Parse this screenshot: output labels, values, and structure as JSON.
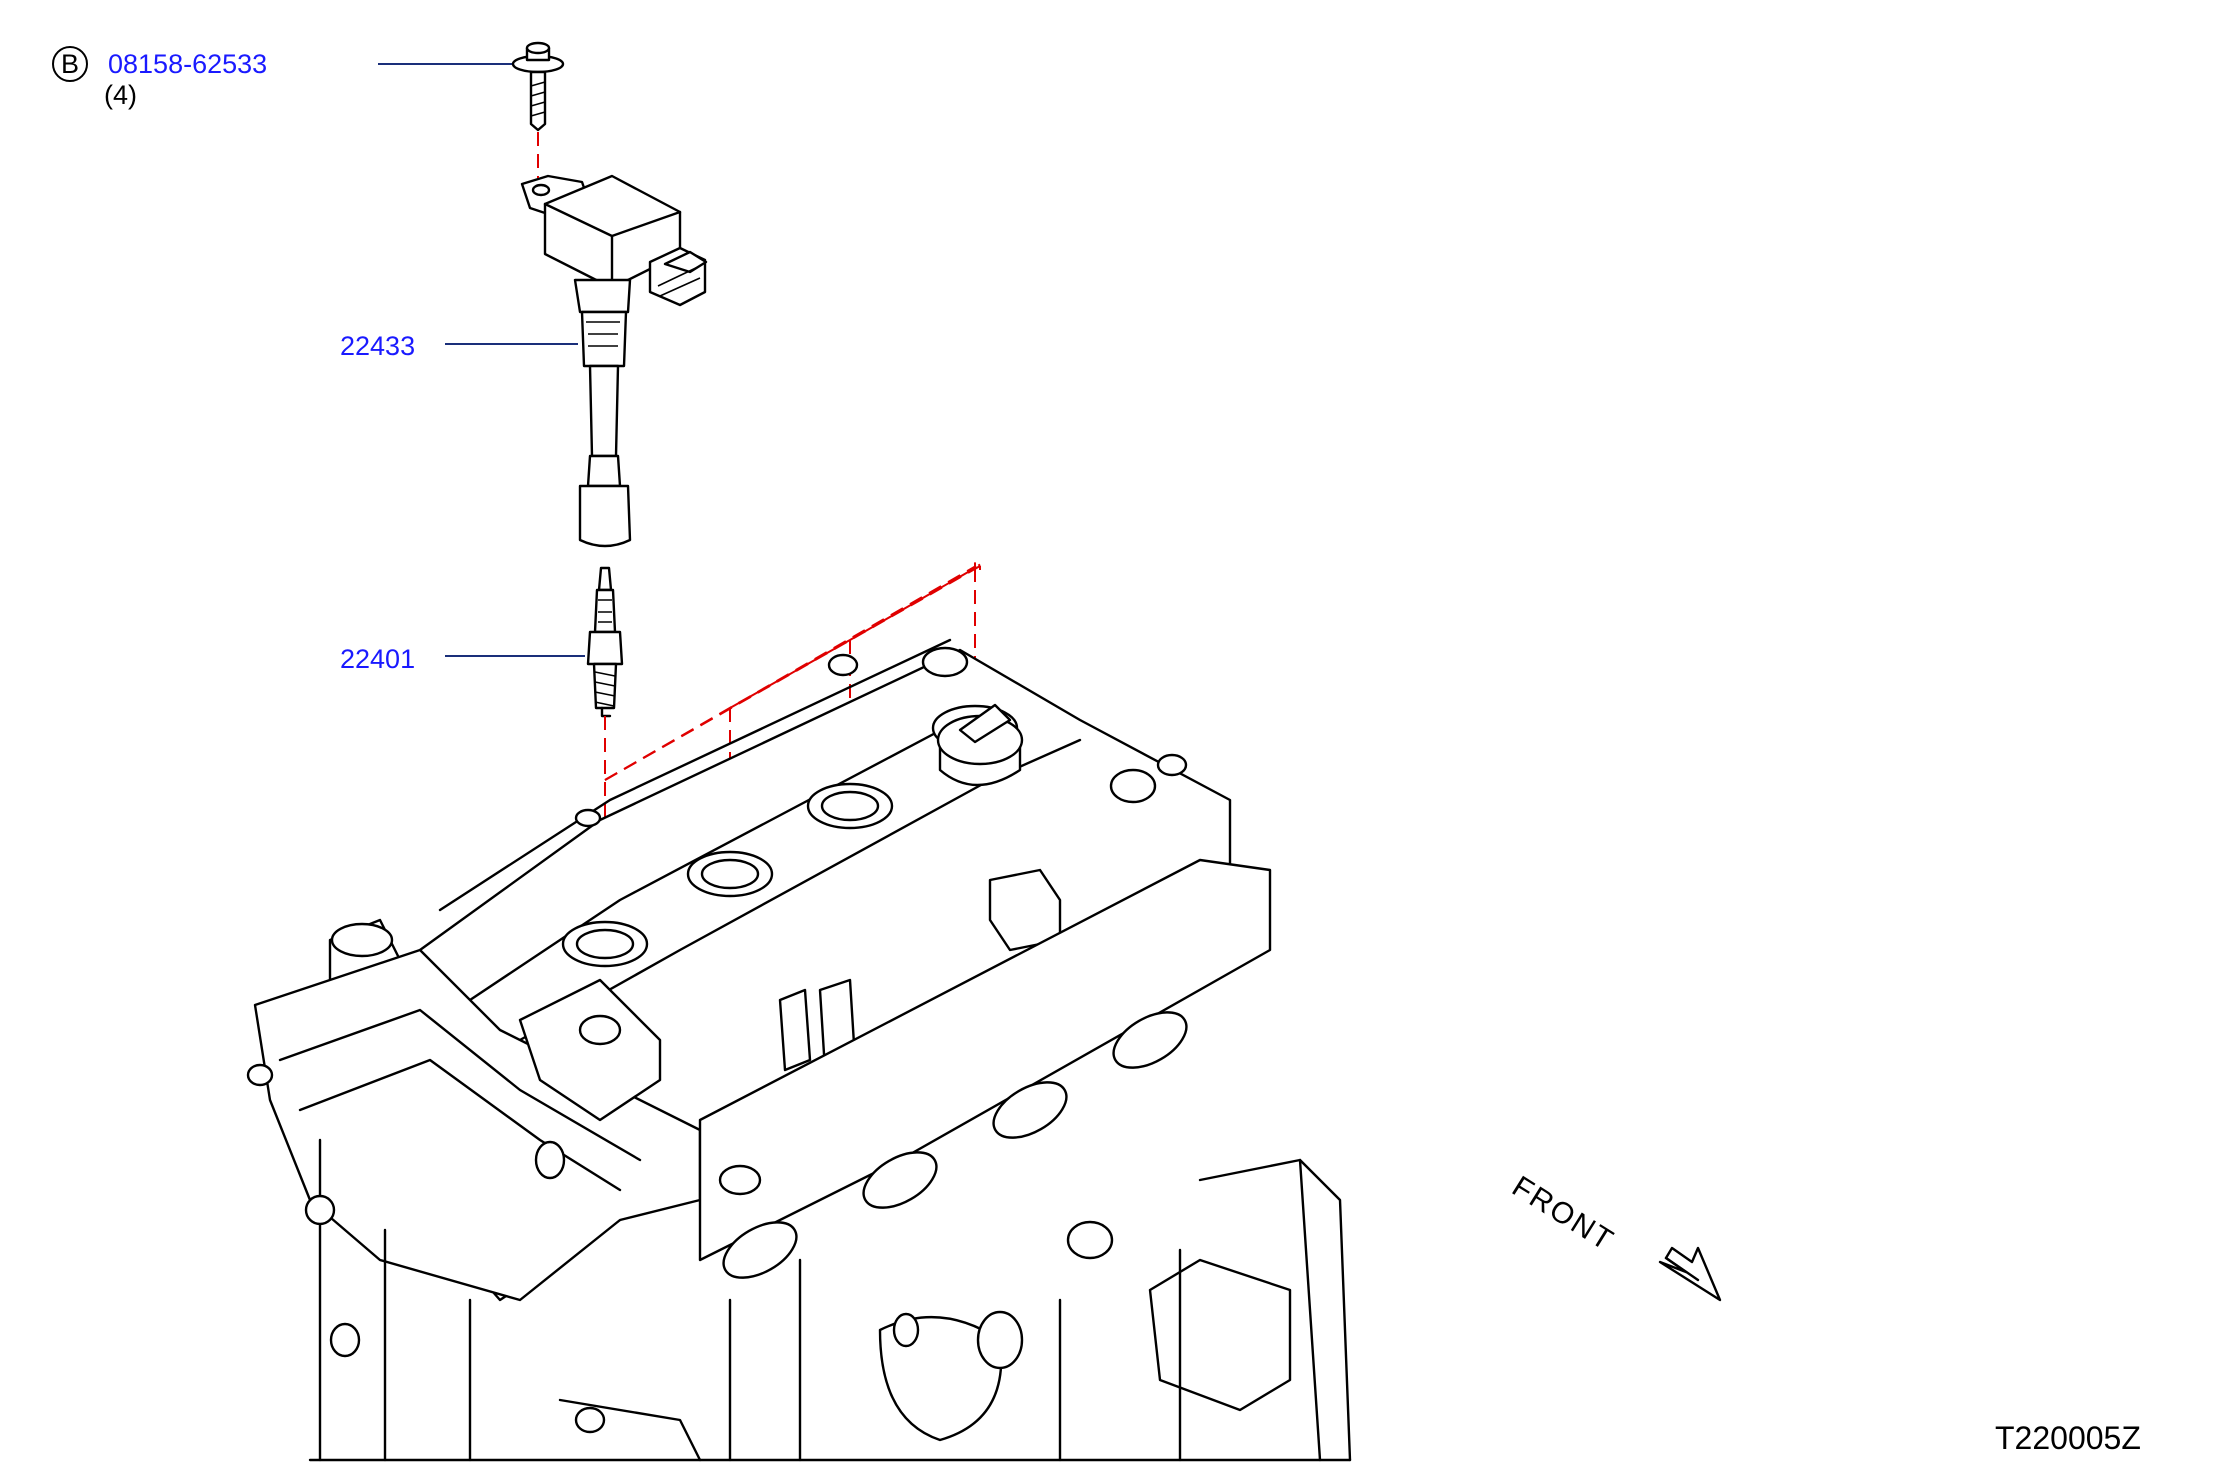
{
  "callouts": {
    "bolt": {
      "symbol": "B",
      "part_number": "08158-62533",
      "quantity": "(4)"
    },
    "ignition_coil": {
      "part_number": "22433"
    },
    "spark_plug": {
      "part_number": "22401"
    }
  },
  "orientation": {
    "label": "FRONT"
  },
  "diagram_code": "T220005Z",
  "colors": {
    "link": "#1a1aff",
    "leader_line": "#1a2f7a",
    "dashed_guide": "#e00000",
    "ink": "#000000"
  }
}
